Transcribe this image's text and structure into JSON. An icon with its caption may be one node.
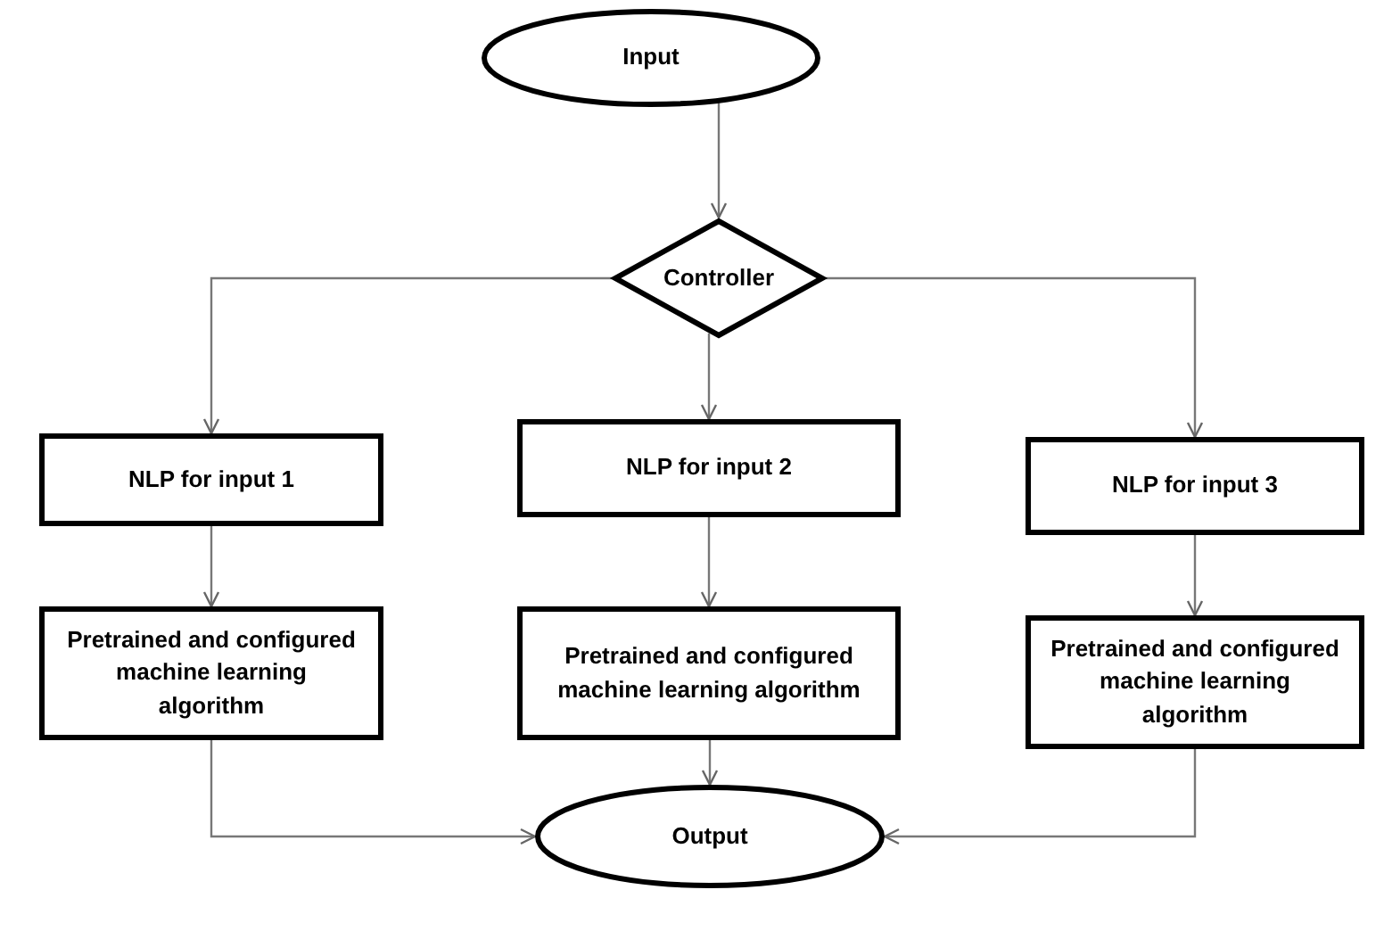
{
  "diagram": {
    "nodes": [
      {
        "text": [
          "Input"
        ]
      },
      {
        "text": [
          "Controller"
        ]
      },
      {
        "text": [
          "NLP for input 1"
        ]
      },
      {
        "text": [
          "NLP for input 2"
        ]
      },
      {
        "text": [
          "NLP for input 3"
        ]
      },
      {
        "text": [
          "Pretrained and configured machine learning algorithm"
        ]
      },
      {
        "text": [
          "Pretrained and configured machine learning algorithm"
        ]
      },
      {
        "text": [
          "Pretrained and configured machine learning algorithm"
        ]
      },
      {
        "text": [
          "Output"
        ]
      }
    ],
    "edges": [
      {
        "from": 0,
        "to": 1,
        "arrow": "to"
      },
      {
        "from": 1,
        "to": 2,
        "arrow": "to"
      },
      {
        "from": 1,
        "to": 3,
        "arrow": "to"
      },
      {
        "from": 1,
        "to": 4,
        "arrow": "to"
      },
      {
        "from": 2,
        "to": 5,
        "arrow": "to"
      },
      {
        "from": 3,
        "to": 6,
        "arrow": "to"
      },
      {
        "from": 4,
        "to": 7,
        "arrow": "to"
      },
      {
        "from": 5,
        "to": 8,
        "arrow": "to"
      },
      {
        "from": 6,
        "to": 8,
        "arrow": "to"
      },
      {
        "from": 7,
        "to": 8,
        "arrow": "to"
      }
    ]
  }
}
